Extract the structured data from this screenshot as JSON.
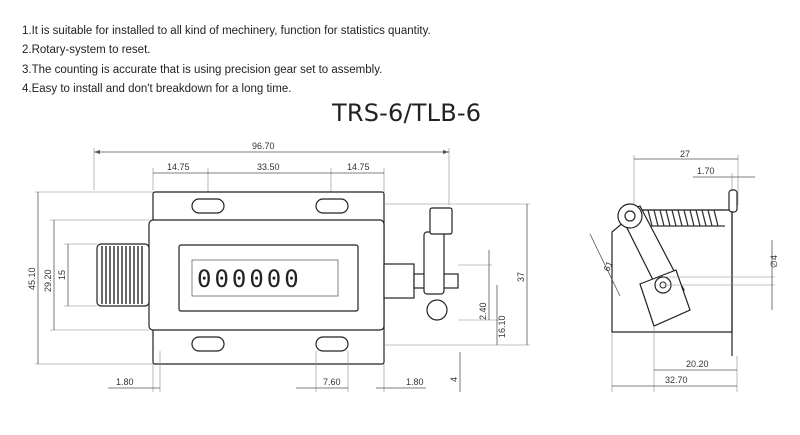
{
  "notes": [
    "1.It is suitable for installed to all kind of mechinery, function for statistics quantity.",
    "2.Rotary-system to reset.",
    "3.The counting is accurate that is using precision gear set  to assembly.",
    "4.Easy to install and don't breakdown for a long time."
  ],
  "title": "TRS-6/TLB-6",
  "counter_display": "000000",
  "front_view": {
    "overall_width": "96.70",
    "hole_spacing_left": "14.75",
    "hole_spacing_center": "33.50",
    "hole_spacing_right": "14.75",
    "height_overall": "45.10",
    "height_mid": "29.20",
    "height_knob": "15",
    "height_right": "37",
    "offset_small": "2.40",
    "offset_shaft": "16.10",
    "edge_left": "1.80",
    "slot_width": "7.60",
    "edge_right": "1.80",
    "bottom_gap": "4"
  },
  "side_view": {
    "top_width": "27",
    "thickness": "1.70",
    "angle_dim": "61",
    "hole_dia": "∅4",
    "base_inner": "20.20",
    "base_outer": "32.70"
  }
}
